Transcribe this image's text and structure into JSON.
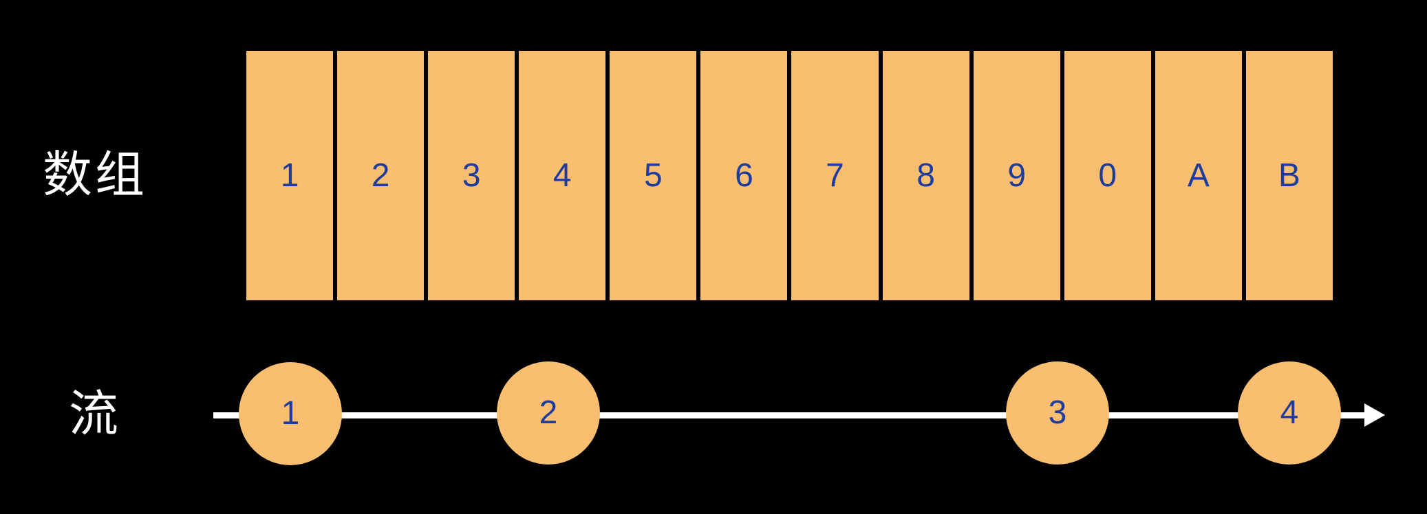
{
  "colors": {
    "background": "#000000",
    "cell_fill": "#f9be6f",
    "value_text": "#1d3c9d",
    "label_text": "#ffffff",
    "line": "#ffffff"
  },
  "array": {
    "label": "数组",
    "cells": [
      "1",
      "2",
      "3",
      "4",
      "5",
      "6",
      "7",
      "8",
      "9",
      "0",
      "A",
      "B"
    ]
  },
  "stream": {
    "label": "流",
    "nodes": [
      "1",
      "2",
      "3",
      "4"
    ]
  }
}
